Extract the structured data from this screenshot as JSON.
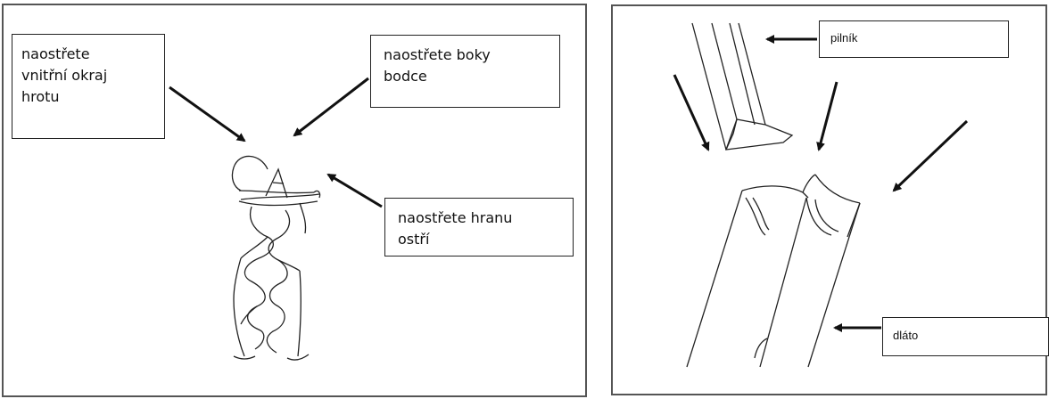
{
  "left_figure": {
    "label_inner_edge": "naostřete\nvnitřní okraj\nhrotu",
    "label_spur_sides": "naostřete boky\nbodce",
    "label_cutting_edge": "naostřete hranu\nostří"
  },
  "right_figure": {
    "label_file": "pilník",
    "label_chisel": "dláto"
  }
}
